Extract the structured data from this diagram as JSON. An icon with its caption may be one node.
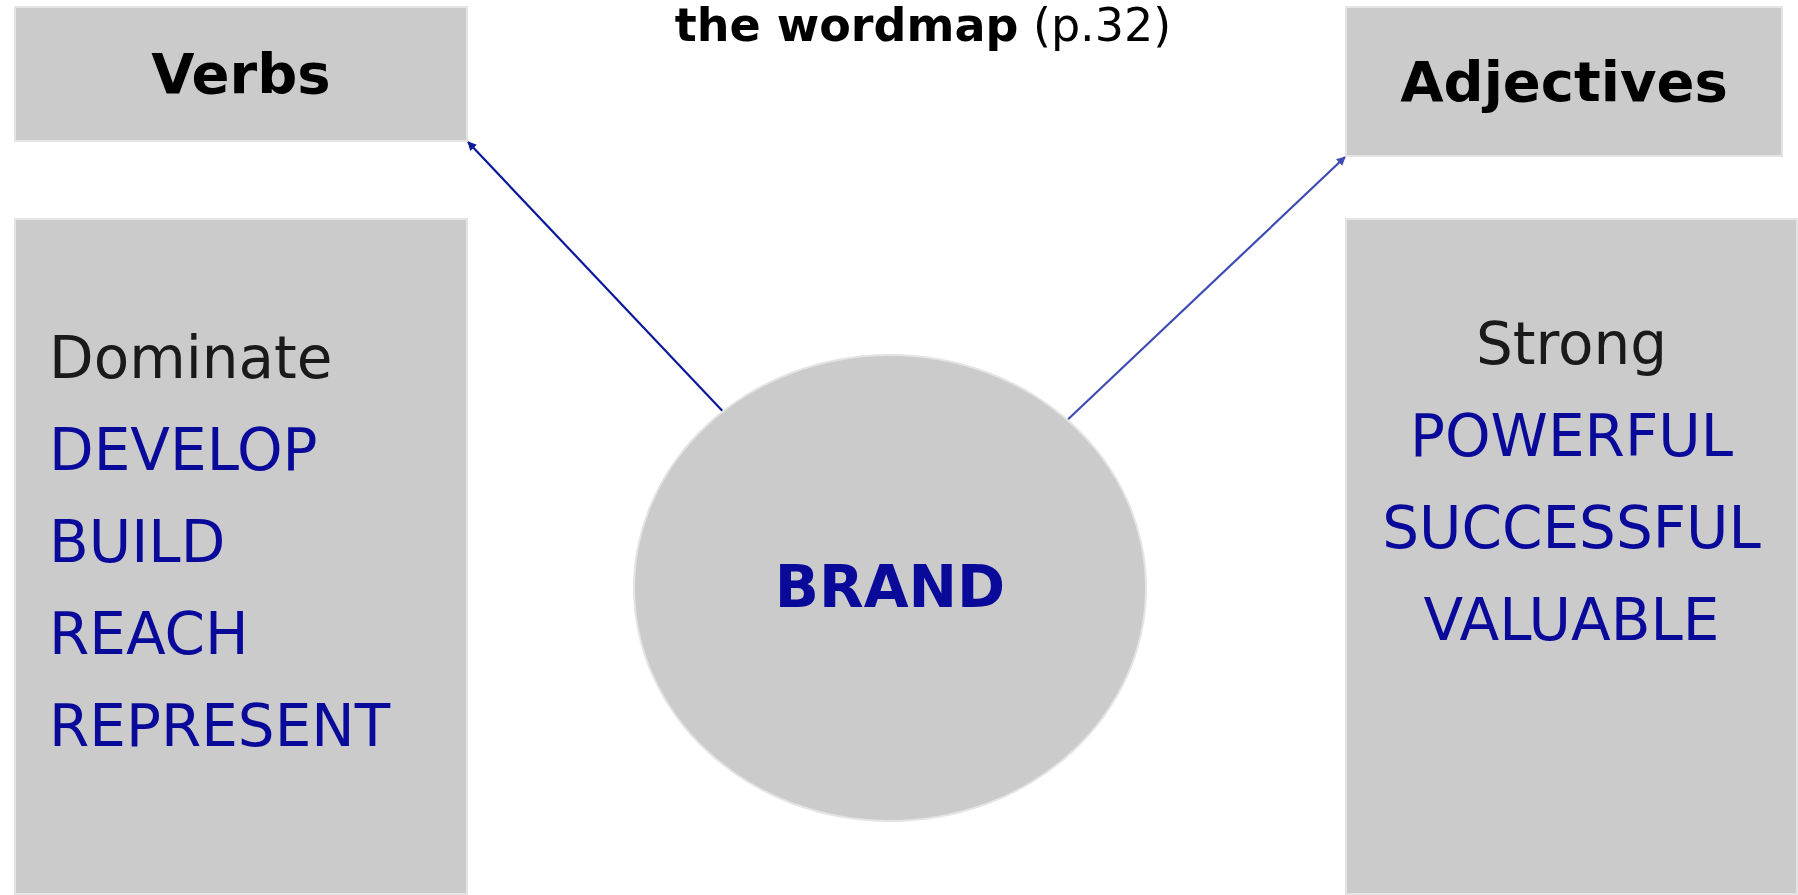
{
  "diagram": {
    "title": "**the wordmap** (p.32)",
    "nodes": [
      {
        "text": [
          "Verbs"
        ]
      },
      {
        "text": [
          "Dominate",
          "DEVELOP",
          "BUILD",
          "REACH",
          "REPRESENT"
        ]
      },
      {
        "text": [
          "BRAND"
        ]
      },
      {
        "text": [
          "Adjectives"
        ]
      },
      {
        "text": [
          "Strong",
          "POWERFUL",
          "SUCCESSFUL",
          "VALUABLE"
        ]
      }
    ],
    "edges": [
      {
        "from": 2,
        "to": 0,
        "arrow": "to",
        "color": "#0a1a9a"
      },
      {
        "from": 2,
        "to": 3,
        "arrow": "to",
        "color": "#3d4bb5"
      }
    ]
  }
}
